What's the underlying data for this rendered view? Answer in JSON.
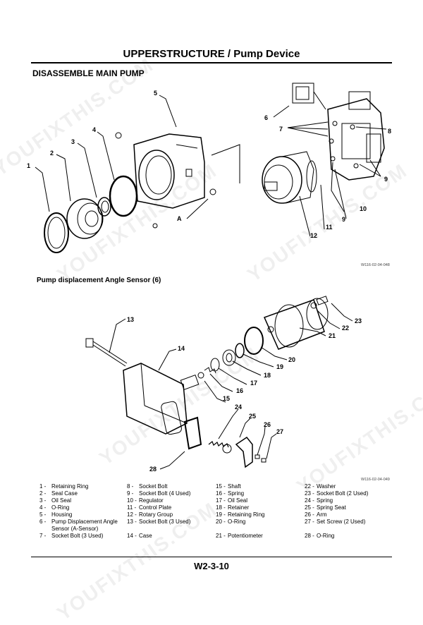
{
  "header": {
    "title": "UPPERSTRUCTURE / Pump Device",
    "section": "DISASSEMBLE MAIN PUMP"
  },
  "figure1": {
    "ref": "W116-02-04-048",
    "callouts": [
      "1",
      "2",
      "3",
      "4",
      "5",
      "6",
      "7",
      "8",
      "9",
      "9",
      "10",
      "11",
      "12",
      "A"
    ]
  },
  "subtitle": "Pump displacement Angle Sensor (6)",
  "figure2": {
    "ref": "W116-02-04-049",
    "callouts": [
      "13",
      "14",
      "15",
      "16",
      "17",
      "18",
      "19",
      "20",
      "21",
      "22",
      "23",
      "24",
      "25",
      "26",
      "27",
      "28"
    ]
  },
  "legend": [
    {
      "num": "1 -",
      "label": "Retaining Ring"
    },
    {
      "num": "2 -",
      "label": "Seal Case"
    },
    {
      "num": "3 -",
      "label": "Oil Seal"
    },
    {
      "num": "4 -",
      "label": "O-Ring"
    },
    {
      "num": "5 -",
      "label": "Housing"
    },
    {
      "num": "6 -",
      "label": "Pump Displacement Angle"
    },
    {
      "num": "",
      "label": "Sensor (A-Sensor)"
    },
    {
      "num": "7 -",
      "label": "Socket Bolt (3 Used)"
    },
    {
      "num": "8 -",
      "label": "Socket Bolt"
    },
    {
      "num": "9 -",
      "label": "Socket Bolt (4 Used)"
    },
    {
      "num": "10 -",
      "label": "Regulator"
    },
    {
      "num": "11 -",
      "label": "Control Plate"
    },
    {
      "num": "12 -",
      "label": "Rotary Group"
    },
    {
      "num": "13 -",
      "label": "Socket Bolt (3 Used)"
    },
    {
      "num": "14 -",
      "label": "Case"
    },
    {
      "num": "15 -",
      "label": "Shaft"
    },
    {
      "num": "16 -",
      "label": "Spring"
    },
    {
      "num": "17 -",
      "label": "Oil Seal"
    },
    {
      "num": "18 -",
      "label": "Retainer"
    },
    {
      "num": "19 -",
      "label": "Retaining Ring"
    },
    {
      "num": "20 -",
      "label": "O-Ring"
    },
    {
      "num": "21 -",
      "label": "Potentiometer"
    },
    {
      "num": "22 -",
      "label": "Washer"
    },
    {
      "num": "23 -",
      "label": "Socket Bolt (2 Used)"
    },
    {
      "num": "24 -",
      "label": "Spring"
    },
    {
      "num": "25 -",
      "label": "Spring Seat"
    },
    {
      "num": "26 -",
      "label": "Arm"
    },
    {
      "num": "27 -",
      "label": "Set Screw (2 Used)"
    },
    {
      "num": "28 -",
      "label": "O-Ring"
    }
  ],
  "footer": {
    "page": "W2-3-10"
  },
  "watermark": "YOUFIXTHIS.COM"
}
